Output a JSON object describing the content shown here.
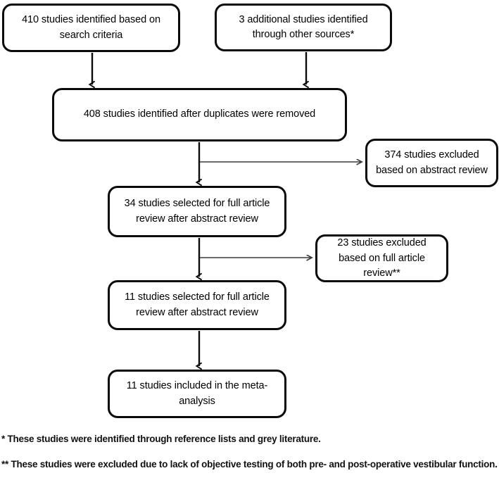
{
  "diagram": {
    "title": "PRISMA study selection flow diagram",
    "type": "flowchart",
    "nodes": [
      {
        "id": "identified-search",
        "label": "410 studies identified based on search criteria",
        "count": 410
      },
      {
        "id": "identified-other",
        "label": "3 additional studies identified through other sources*",
        "count": 3
      },
      {
        "id": "after-duplicates",
        "label": "408 studies identified after duplicates were removed",
        "count": 408
      },
      {
        "id": "excluded-abstract",
        "label": "374 studies excluded based on abstract review",
        "count": 374
      },
      {
        "id": "selected-34",
        "label": "34 studies selected for full article review after abstract review",
        "count": 34
      },
      {
        "id": "excluded-full",
        "label": "23 studies excluded based on full article review**",
        "count": 23
      },
      {
        "id": "selected-11",
        "label": "11 studies selected for full article review after abstract review",
        "count": 11
      },
      {
        "id": "included-11",
        "label": "11 studies included in the meta-analysis",
        "count": 11
      }
    ],
    "footnotes": [
      "* These studies were identified through reference lists and grey literature.",
      "** These studies were excluded due to lack of objective testing of both pre- and post-operative vestibular function."
    ],
    "colors": {
      "box_border": "#0a0a0a",
      "box_fill": "#ffffff",
      "text": "#000000",
      "main_connector": "#0a0a0a",
      "branch_connector": "#3a3a3a",
      "background": "#ffffff"
    }
  }
}
